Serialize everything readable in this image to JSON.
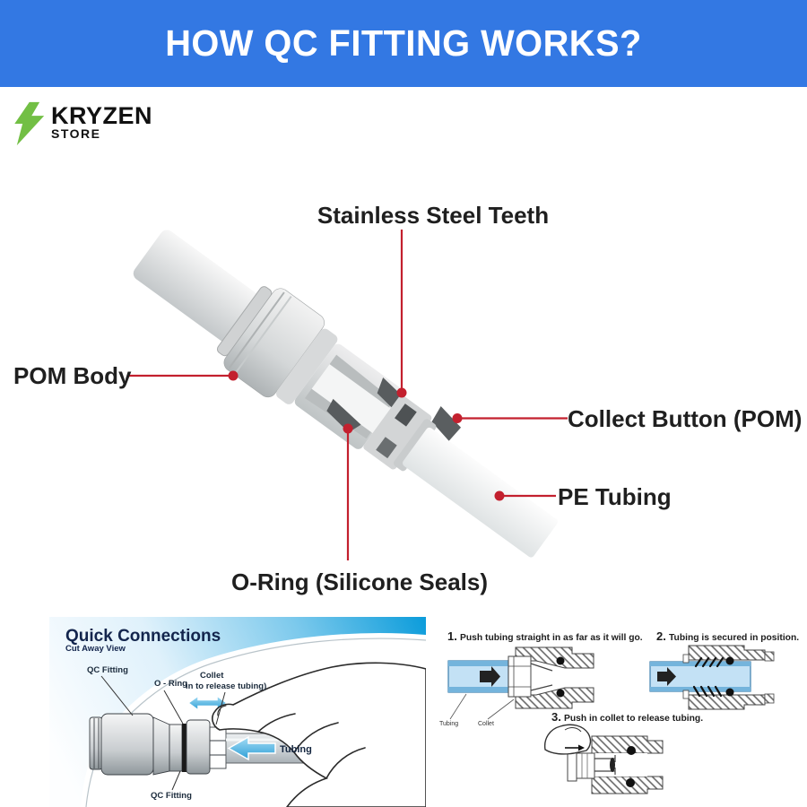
{
  "header": {
    "title": "HOW QC FITTING WORKS?"
  },
  "logo": {
    "brand": "KRYZEN",
    "sub": "STORE"
  },
  "colors": {
    "header_blue": "#3378e3",
    "leader_red": "#c3202e",
    "logo_green": "#72bf44",
    "panel_sky_blue": "#0e9ddb",
    "navy_text": "#13254d",
    "tubing_blue": "#c3e1f5"
  },
  "diagram": {
    "labels": {
      "teeth": "Stainless Steel Teeth",
      "pom_body": "POM Body",
      "collect_button": "Collect Button (POM)",
      "pe_tubing": "PE Tubing",
      "o_ring": "O-Ring (Silicone Seals)"
    }
  },
  "quick_connections": {
    "title": "Quick Connections",
    "subtitle": "Cut Away View",
    "labels": {
      "qc_fitting_top": "QC Fitting",
      "o_ring": "O - Ring",
      "collet_line1": "Collet",
      "collet_line2": "in to release tubing)",
      "tubing": "Tubing",
      "qc_fitting_bottom": "QC Fitting"
    }
  },
  "steps": {
    "one": {
      "num": "1.",
      "text": "Push tubing straight in as far as it will go."
    },
    "two": {
      "num": "2.",
      "text": "Tubing is secured in position."
    },
    "three": {
      "num": "3.",
      "text": "Push in collet to release tubing."
    },
    "sub_labels": {
      "tubing": "Tubing",
      "collet": "Collet"
    }
  }
}
